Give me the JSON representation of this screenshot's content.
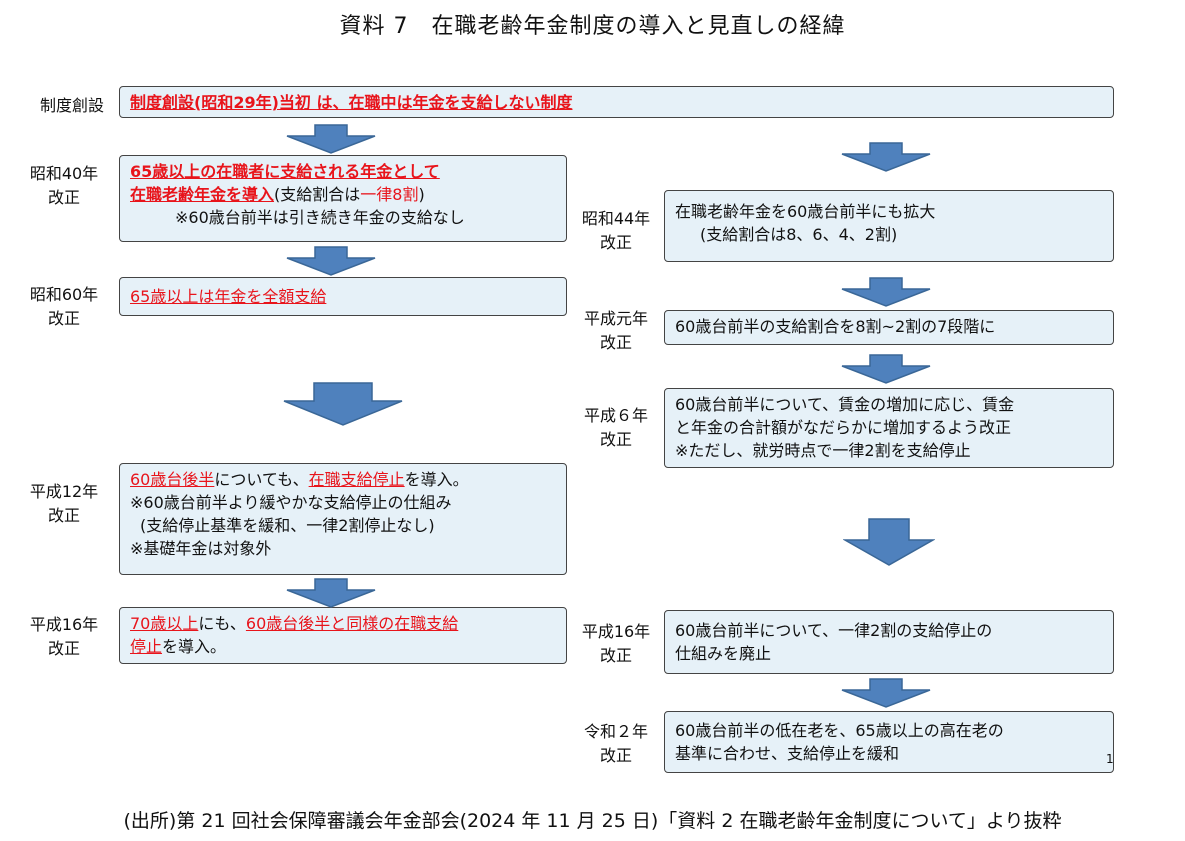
{
  "title": "資料 7　在職老齢年金制度の導入と見直しの経緯",
  "source": "(出所)第 21 回社会保障審議会年金部会(2024 年 11 月 25 日)「資料 2 在職老齢年金制度について」より抜粋",
  "page_number": "1",
  "arrow_color": "#4f81bd",
  "highlight_color": "#e8141b",
  "box_fill": "#e6f1f8",
  "top": {
    "label": "制度創設",
    "text": "制度創設(昭和29年)当初 は、在職中は年金を支給しない制度"
  },
  "left": [
    {
      "label_line1": "昭和40年",
      "label_line2": "改正",
      "line1": "65歳以上の在職者に支給される年金として",
      "line2_red": "在職老齢年金を導入",
      "line2_a": "(支給割合は",
      "line2_red2": "一律8割",
      "line2_b": ")",
      "line3": "※60歳台前半は引き続き年金の支給なし"
    },
    {
      "label_line1": "昭和60年",
      "label_line2": "改正",
      "line1": "65歳以上は年金を全額支給"
    },
    {
      "label_line1": "平成12年",
      "label_line2": "改正",
      "line1_red": "60歳台後半",
      "line1_a": "についても、",
      "line1_red2": "在職支給停止",
      "line1_b": "を導入。",
      "line2": "※60歳台前半より緩やかな支給停止の仕組み",
      "line3": "(支給停止基準を緩和、一律2割停止なし)",
      "line4": "※基礎年金は対象外"
    },
    {
      "label_line1": "平成16年",
      "label_line2": "改正",
      "line1_red": "70歳以上",
      "line1_a": "にも、",
      "line1_red2": "60歳台後半と同様の在職支給",
      "line2_red": "停止",
      "line2_a": "を導入。"
    }
  ],
  "right": [
    {
      "label_line1": "昭和44年",
      "label_line2": "改正",
      "line1": "在職老齢年金を60歳台前半にも拡大",
      "line2": "(支給割合は8、6、4、2割)"
    },
    {
      "label_line1": "平成元年",
      "label_line2": "改正",
      "line1": "60歳台前半の支給割合を8割~2割の7段階に"
    },
    {
      "label_line1": "平成６年",
      "label_line2": "改正",
      "line1": "60歳台前半について、賃金の増加に応じ、賃金",
      "line2": "と年金の合計額がなだらかに増加するよう改正",
      "line3": "※ただし、就労時点で一律2割を支給停止"
    },
    {
      "label_line1": "平成16年",
      "label_line2": "改正",
      "line1": "60歳台前半について、一律2割の支給停止の",
      "line2": "仕組みを廃止"
    },
    {
      "label_line1": "令和２年",
      "label_line2": "改正",
      "line1": "60歳台前半の低在老を、65歳以上の高在老の",
      "line2": "基準に合わせ、支給停止を緩和"
    }
  ]
}
